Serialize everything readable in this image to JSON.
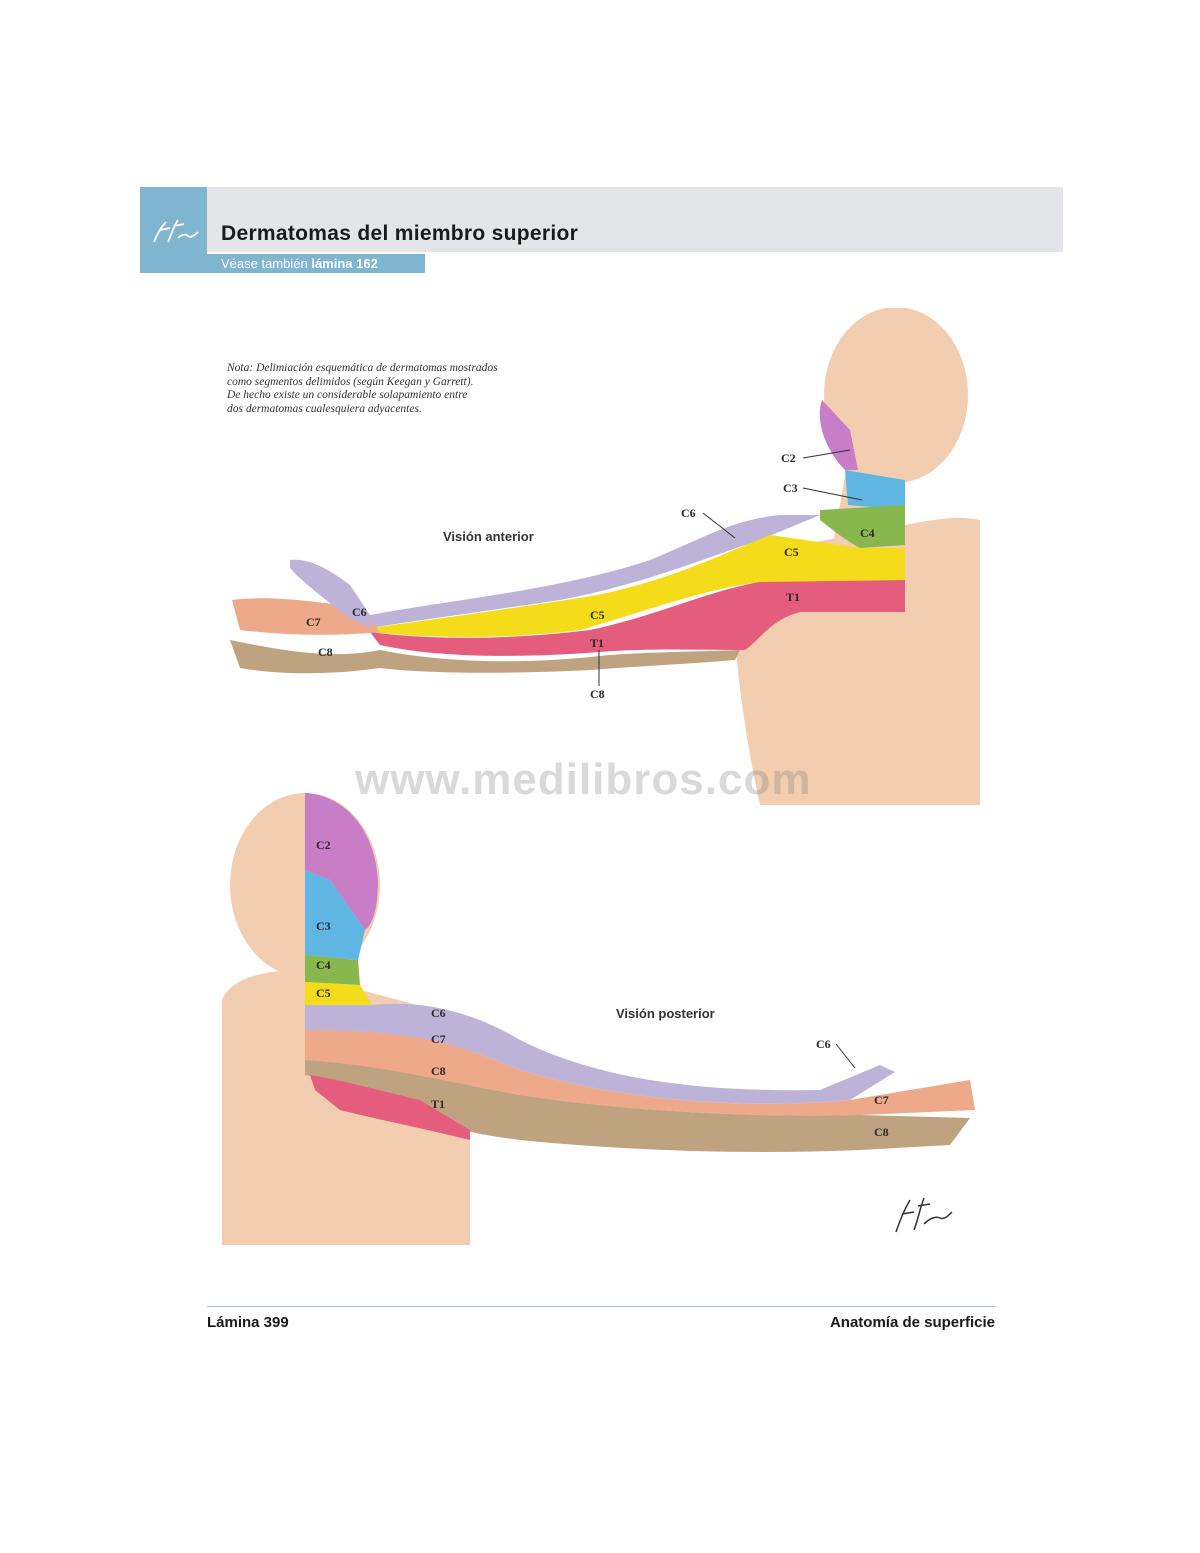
{
  "header": {
    "title": "Dermatomas del miembro superior",
    "see_also_prefix": "Véase también ",
    "see_also_link": "lámina 162"
  },
  "note": [
    "Nota: Delimiación esquemática de dermatomas mostrados",
    "como segmentos delimidos (según Keegan y Garrett).",
    "De hecho existe un considerable solapamiento entre",
    "dos dermatomas cualesquiera adyacentes."
  ],
  "anterior": {
    "title": "Visión anterior",
    "labels": {
      "c2": "C2",
      "c3": "C3",
      "c4": "C4",
      "c5_shoulder": "C5",
      "c6_top": "C6",
      "t1_chest": "T1",
      "c6_thumb": "C6",
      "c7_hand": "C7",
      "c8_hand": "C8",
      "c5_arm": "C5",
      "t1_arm": "T1",
      "c8_below": "C8"
    }
  },
  "posterior": {
    "title": "Visión posterior",
    "labels": {
      "c2": "C2",
      "c3": "C3",
      "c4": "C4",
      "c5": "C5",
      "c6": "C6",
      "c7": "C7",
      "c8": "C8",
      "t1": "T1",
      "c6_thumb": "C6",
      "c7_hand": "C7",
      "c8_hand": "C8"
    }
  },
  "watermark": "www.medilibros.com",
  "footer": {
    "plate": "Lámina 399",
    "section": "Anatomía de superficie"
  },
  "colors": {
    "accent_blue": "#7fb5cf",
    "header_gray": "#e3e5e8",
    "skin": "#f3cdb0",
    "c2": "#c77ec6",
    "c3": "#5fb6e3",
    "c4": "#88b74e",
    "c5": "#f4dc1a",
    "c6": "#bdb3d8",
    "c7": "#eda98a",
    "c8": "#bfa27f",
    "t1": "#e45d7d"
  }
}
